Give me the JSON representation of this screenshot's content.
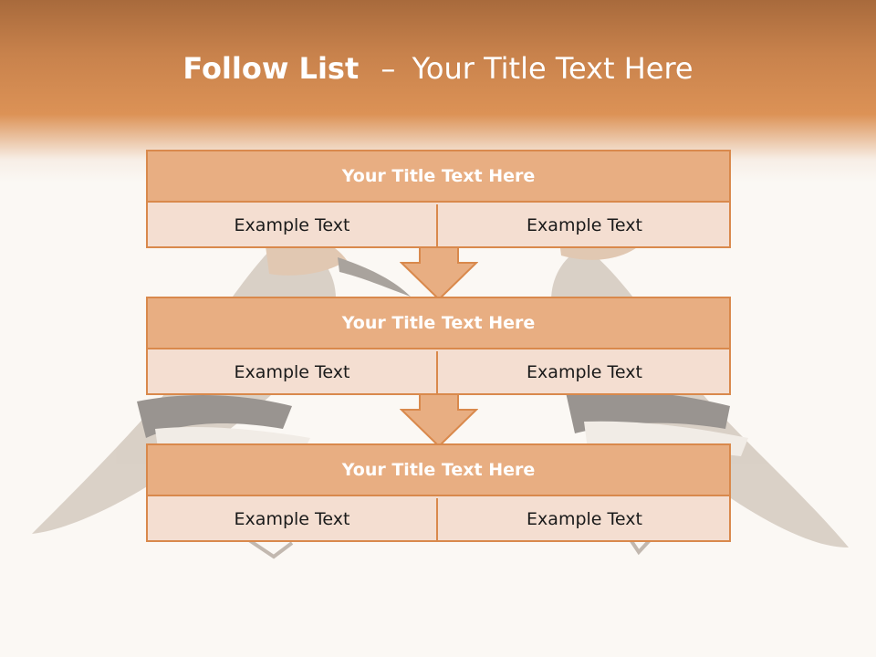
{
  "slide": {
    "title_bold": "Follow List",
    "title_separator": "–",
    "title_rest": "Your Title Text Here"
  },
  "boxes": [
    {
      "title": "Your Title Text Here",
      "left": "Example Text",
      "right": "Example Text"
    },
    {
      "title": "Your Title Text Here",
      "left": "Example Text",
      "right": "Example Text"
    },
    {
      "title": "Your Title Text Here",
      "left": "Example Text",
      "right": "Example Text"
    }
  ],
  "colors": {
    "header_top": "#a86a3c",
    "header_mid": "#dc9256",
    "box_border": "#d9894c",
    "box_head_fill": "#e8ae82",
    "box_body_fill": "#f4ded1",
    "background": "#fbf8f4"
  },
  "background_image": "hoopoe-birds-illustration"
}
